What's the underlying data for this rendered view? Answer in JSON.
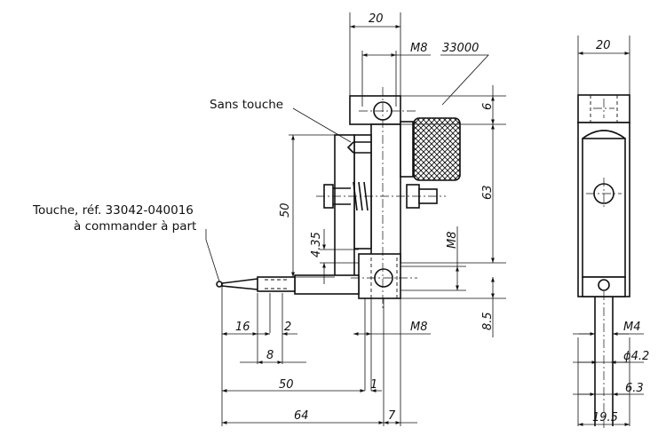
{
  "labels": {
    "sans_touche": "Sans touche",
    "touche_line1": "Touche, réf. 33042-040016",
    "touche_line2": "à commander à part",
    "part_33000": "33000"
  },
  "dimensions": {
    "front_top_width": "20",
    "front_thread_top": "M8",
    "front_height_6": "6",
    "front_height_63": "63",
    "front_height_50": "50",
    "front_height_435": "4.35",
    "front_thread_right": "M8",
    "front_height_85": "8.5",
    "front_bottom_16": "16",
    "front_bottom_2": "2",
    "front_thread_bottom": "M8",
    "front_bottom_8": "8",
    "front_bottom_50": "50",
    "front_bottom_1": "1",
    "front_bottom_64": "64",
    "front_bottom_7": "7",
    "side_top_width": "20",
    "side_thread": "M4",
    "side_dia": "ϕ4.2",
    "side_63": "6.3",
    "side_195": "19.5"
  }
}
